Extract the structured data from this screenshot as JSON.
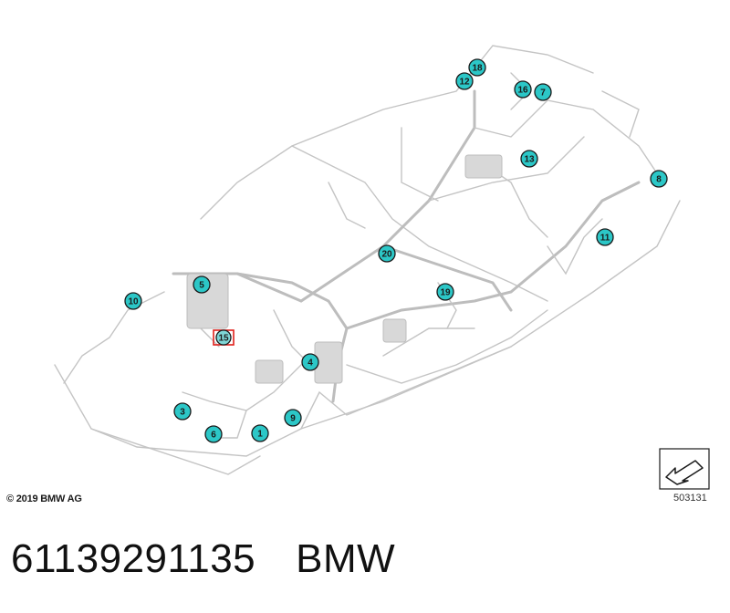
{
  "diagram": {
    "callouts": [
      "1",
      "3",
      "4",
      "5",
      "6",
      "7",
      "8",
      "9",
      "10",
      "11",
      "12",
      "13",
      "15",
      "16",
      "18",
      "19",
      "20"
    ],
    "highlighted_callout": "15",
    "colors": {
      "callout_fill": "#2cc7c7",
      "highlight_border": "#e0201b",
      "wire": "#c9c9c9"
    }
  },
  "footer": {
    "copyright": "© 2019 BMW AG",
    "reference_number": "503131",
    "reference_icon": "view-direction-arrow-icon"
  },
  "part": {
    "number": "61139291135",
    "brand": "BMW"
  }
}
